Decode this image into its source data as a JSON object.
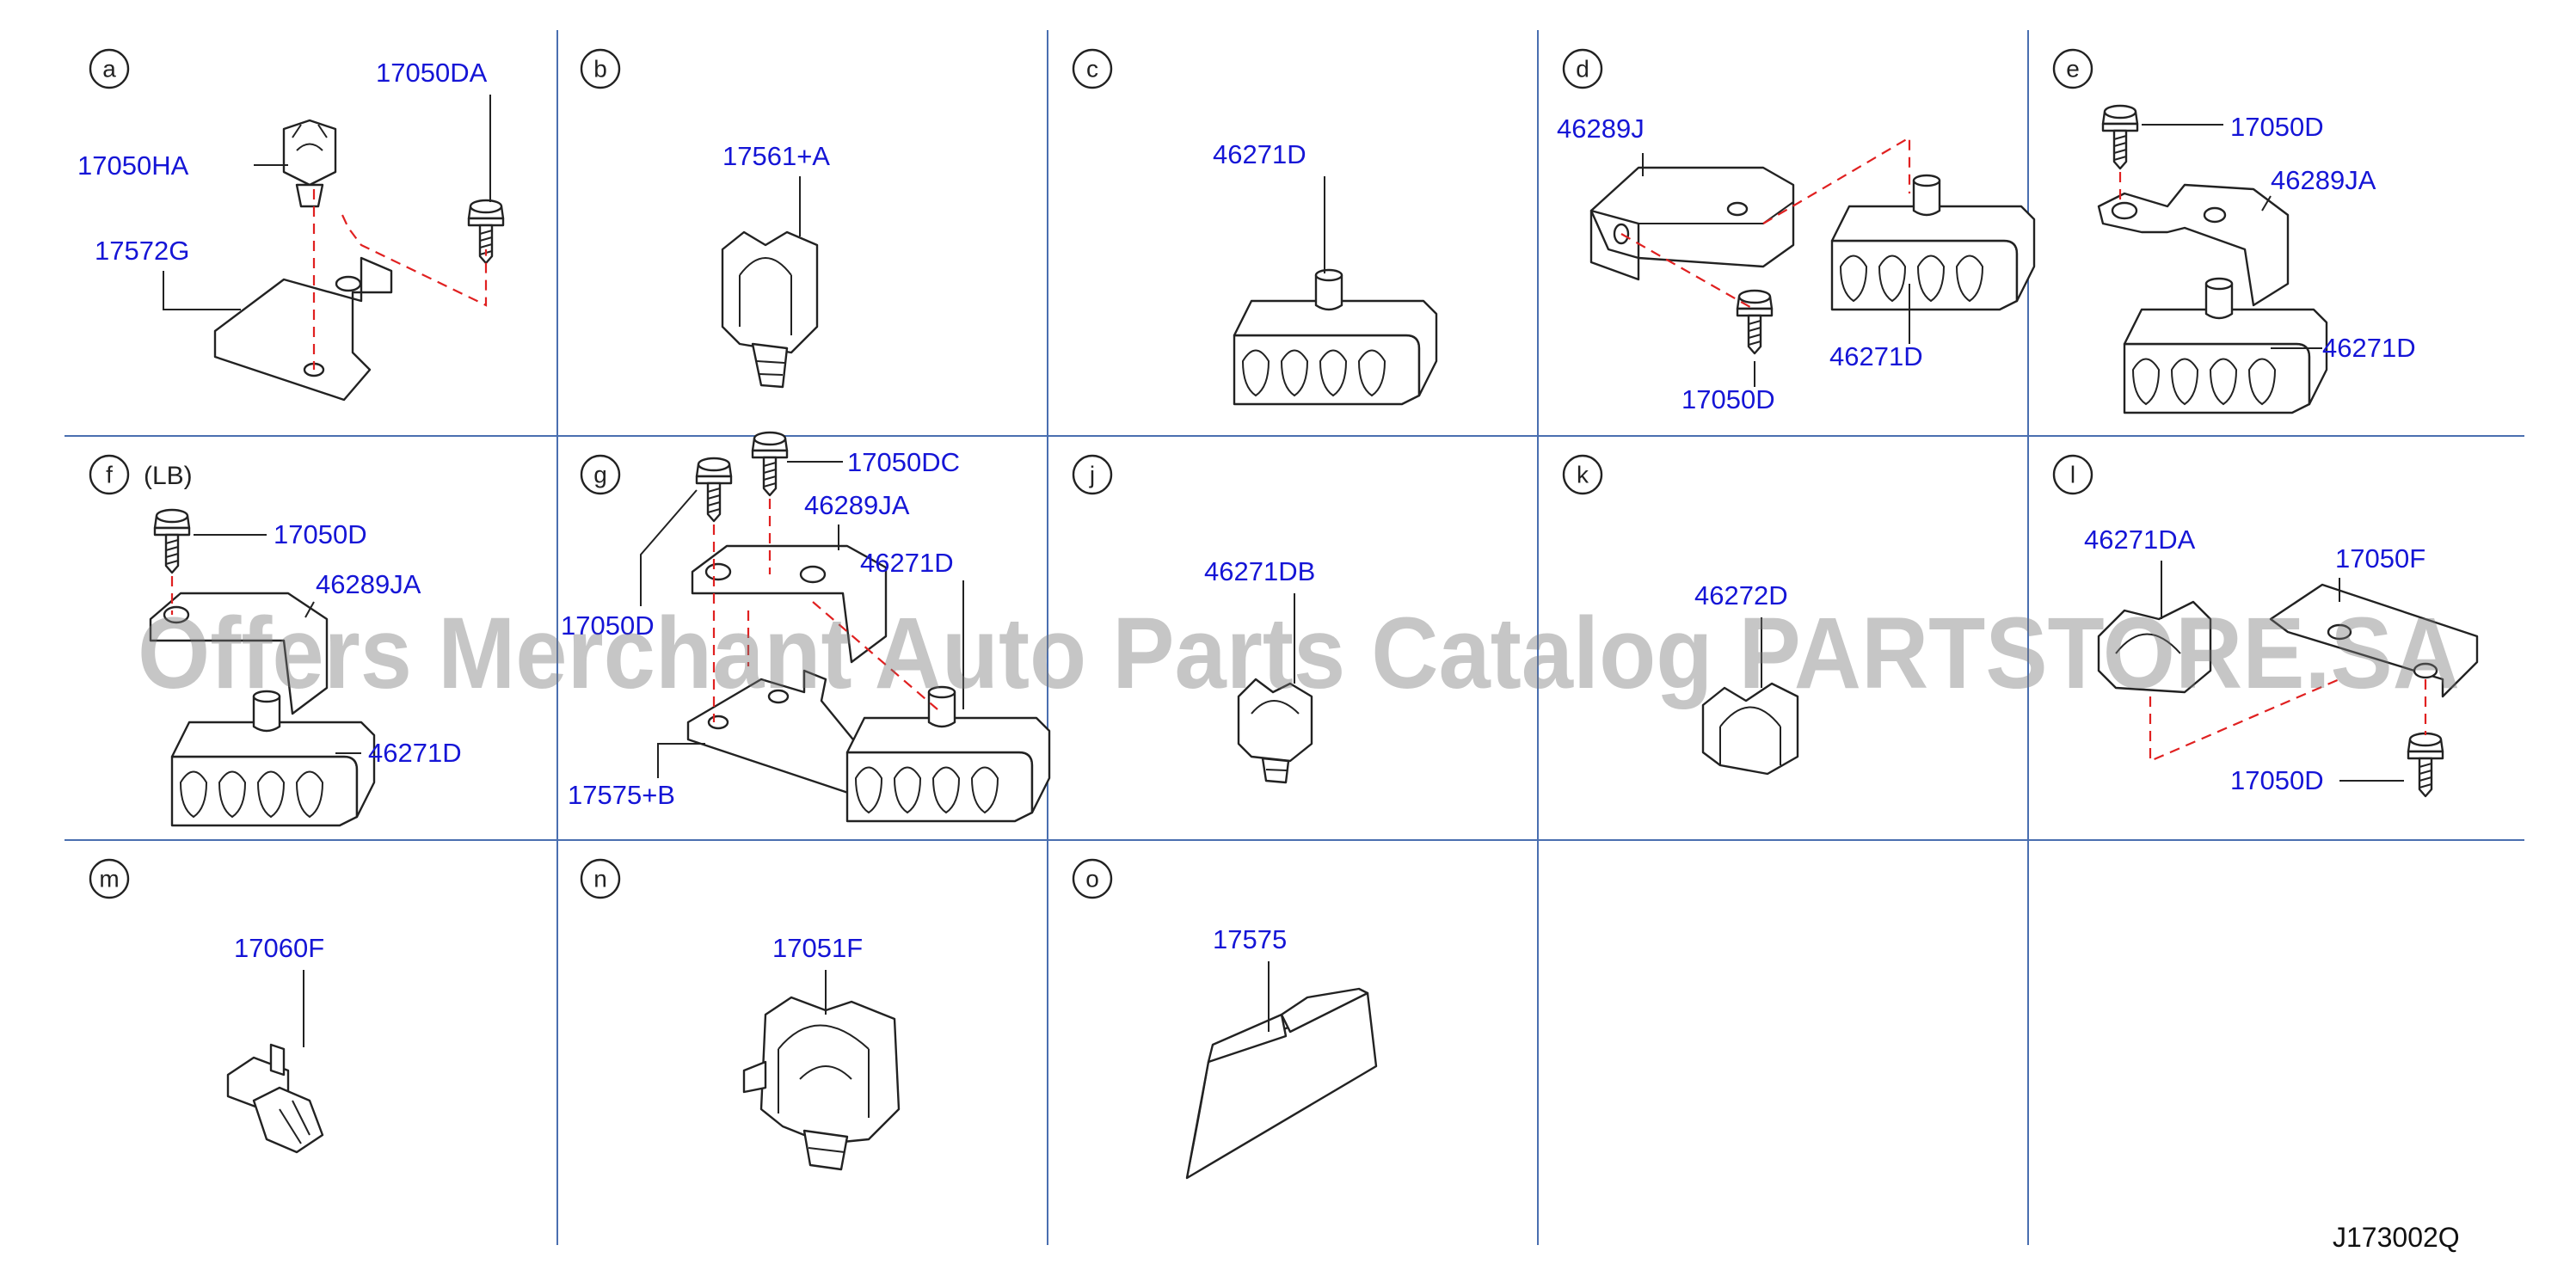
{
  "diagram": {
    "watermark": "Offers Merchant Auto Parts Catalog PARTSTORE.SA",
    "drawing_code": "J173002Q",
    "colors": {
      "label": "#1515d6",
      "grid": "#4a6fb0",
      "hidden_line": "#e02020",
      "linework": "#222222"
    },
    "cells": [
      {
        "id": "a",
        "parts": [
          "17050DA",
          "17050HA",
          "17572G"
        ]
      },
      {
        "id": "b",
        "parts": [
          "17561+A"
        ]
      },
      {
        "id": "c",
        "parts": [
          "46271D"
        ]
      },
      {
        "id": "d",
        "parts": [
          "46289J",
          "17050D",
          "46271D"
        ]
      },
      {
        "id": "e",
        "parts": [
          "17050D",
          "46289JA",
          "46271D"
        ]
      },
      {
        "id": "f",
        "note": "(LB)",
        "parts": [
          "17050D",
          "46289JA",
          "46271D"
        ]
      },
      {
        "id": "g",
        "parts": [
          "17050DC",
          "46289JA",
          "46271D",
          "17050D",
          "17575+B"
        ]
      },
      {
        "id": "j",
        "parts": [
          "46271DB"
        ]
      },
      {
        "id": "k",
        "parts": [
          "46272D"
        ]
      },
      {
        "id": "l",
        "parts": [
          "46271DA",
          "17050F",
          "17050D"
        ]
      },
      {
        "id": "m",
        "parts": [
          "17060F"
        ]
      },
      {
        "id": "n",
        "parts": [
          "17051F"
        ]
      },
      {
        "id": "o",
        "parts": [
          "17575"
        ]
      }
    ]
  }
}
